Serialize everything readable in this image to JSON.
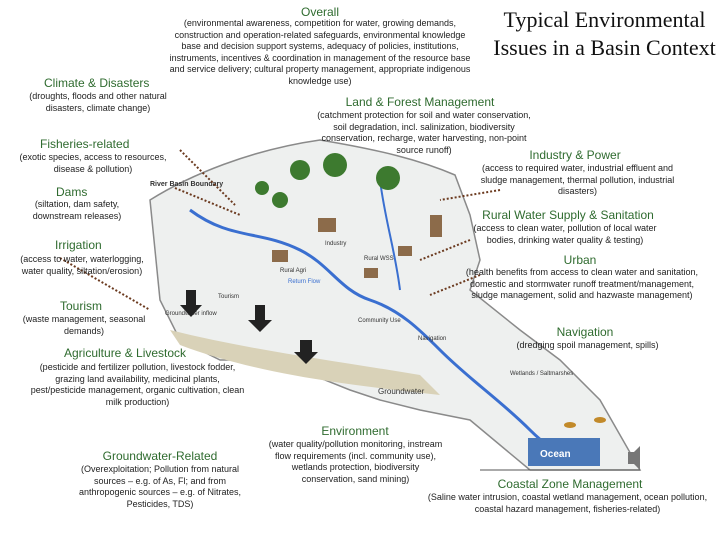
{
  "title": "Typical Environmental Issues in a Basin Context",
  "overall": {
    "heading": "Overall",
    "text": "(environmental awareness, competition for water, growing demands, construction and operation-related safeguards, environmental knowledge base and decision support systems, adequacy of policies, institutions, instruments, incentives & coordination in management of the resource base and service delivery; cultural property management, appropriate indigenous knowledge use)"
  },
  "climate": {
    "heading": "Climate & Disasters",
    "text": "(droughts, floods and other natural disasters, climate change)"
  },
  "fisheries": {
    "heading": "Fisheries-related",
    "text": "(exotic species, access to resources, disease & pollution)"
  },
  "dams": {
    "heading": "Dams",
    "text": "(siltation, dam safety, downstream releases)"
  },
  "irrigation": {
    "heading": "Irrigation",
    "text": "(access to water, waterlogging, water quality, siltation/erosion)"
  },
  "tourism": {
    "heading": "Tourism",
    "text": "(waste management, seasonal demands)"
  },
  "agriculture": {
    "heading": "Agriculture & Livestock",
    "text": "(pesticide and fertilizer pollution, livestock fodder, grazing land availability, medicinal plants, pest/pesticide management, organic cultivation, clean milk production)"
  },
  "groundwater": {
    "heading": "Groundwater-Related",
    "text": "(Overexploitation; Pollution from natural sources – e.g. of As, Fl; and from anthropogenic sources – e.g. of Nitrates, Pesticides, TDS)"
  },
  "environment": {
    "heading": "Environment",
    "text": "(water quality/pollution monitoring, instream flow requirements (incl. community use), wetlands protection, biodiversity conservation, sand mining)"
  },
  "land_forest": {
    "heading": "Land & Forest Management",
    "text": "(catchment protection for soil and water conservation, soil degradation, incl. salinization, biodiversity conservation, recharge, water harvesting, non-point source runoff)"
  },
  "industry": {
    "heading": "Industry & Power",
    "text": "(access to required water, industrial effluent and sludge management, thermal pollution, industrial disasters)"
  },
  "rural_water": {
    "heading": "Rural Water Supply & Sanitation",
    "text": "(access to clean water, pollution of local water bodies, drinking water quality & testing)"
  },
  "urban": {
    "heading": "Urban",
    "text": "(health benefits from access to clean water and sanitation, domestic and stormwater runoff treatment/management, sludge management, solid and hazwaste management)"
  },
  "navigation": {
    "heading": "Navigation",
    "text": "(dredging spoil management, spills)"
  },
  "coastal": {
    "heading": "Coastal Zone Management",
    "text": "(Saline water intrusion, coastal wetland management, ocean pollution, coastal hazard management, fisheries-related)"
  },
  "map_labels": {
    "boundary": "River Basin Boundary",
    "industry": "Industry",
    "rural_wss": "Rural WSS",
    "tourism": "Tourism",
    "rural_agri": "Rural Agri",
    "return_flow": "Return Flow",
    "groundwater_inflow": "Groundwater inflow",
    "community_use": "Community Use",
    "navigation": "Navigation",
    "groundwater": "Groundwater",
    "ocean": "Ocean",
    "wetlands": "Wetlands / Saltmarshes"
  },
  "colors": {
    "heading": "#2f6b2f",
    "basin_fill": "#eef0ef",
    "river": "#3a6fd0",
    "ocean": "#4a78b8",
    "arrow": "#6b3a1f"
  }
}
